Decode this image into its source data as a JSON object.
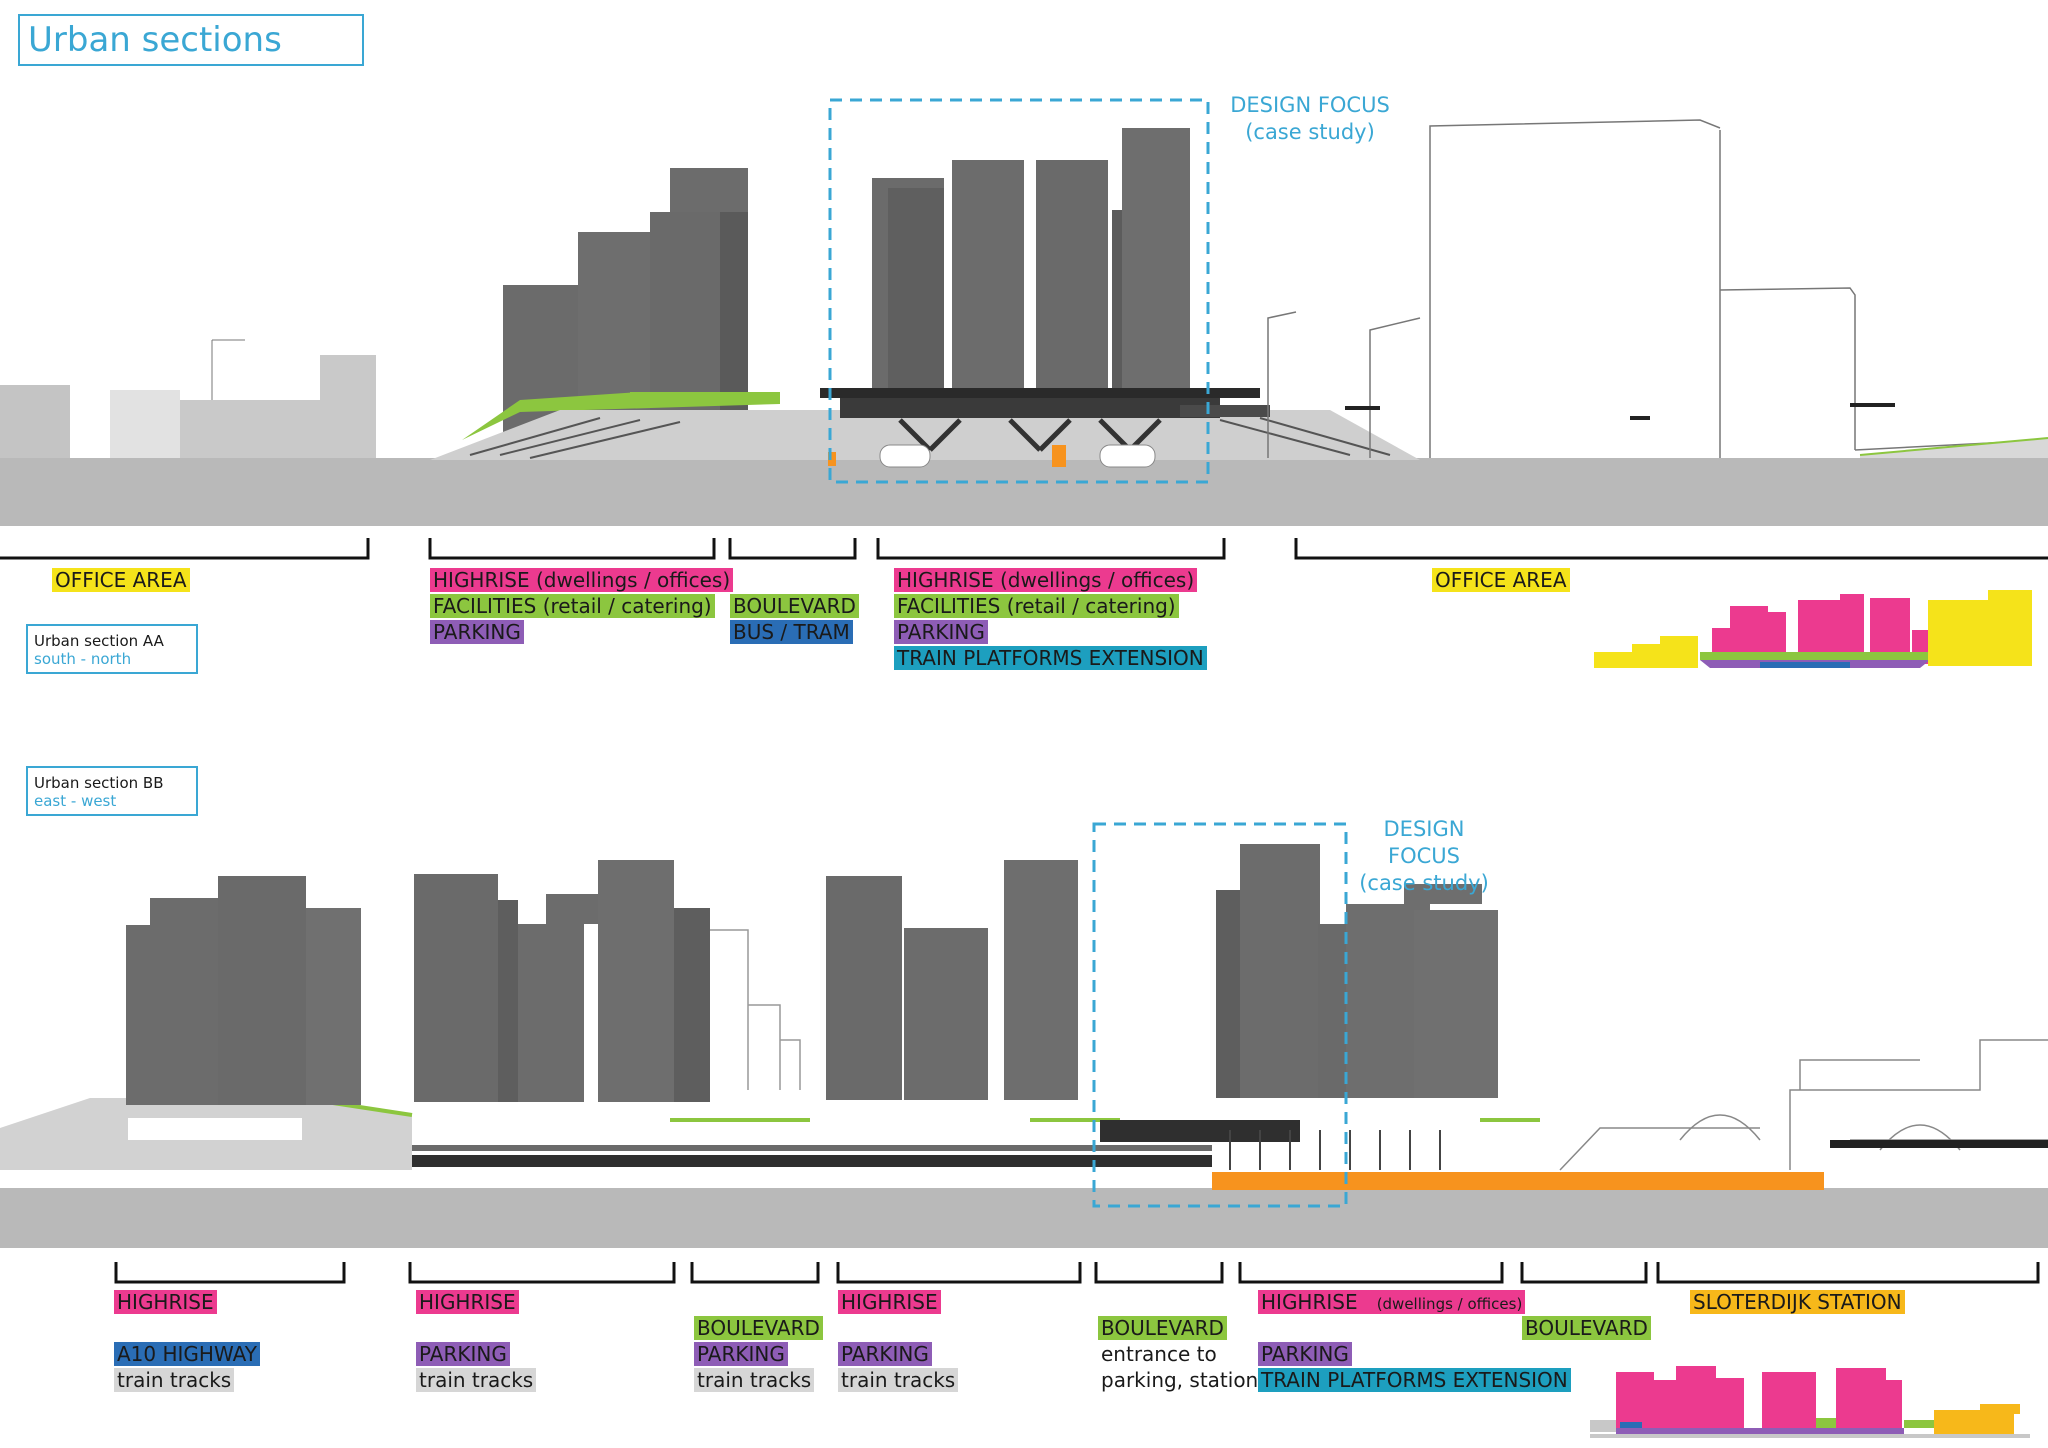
{
  "page_title": "Urban sections",
  "design_focus": {
    "line1": "DESIGN FOCUS",
    "line2": "(case study)"
  },
  "section_aa": {
    "name": "Urban section AA",
    "direction": "south - north",
    "tags": {
      "office_left": "OFFICE AREA",
      "g2_highrise": "HIGHRISE   (dwellings / offices)",
      "g2_facilities": "FACILITIES  (retail / catering)",
      "g2_parking": "PARKING",
      "g3_boulevard": "BOULEVARD",
      "g3_bus": "BUS / TRAM",
      "g4_highrise": "HIGHRISE   (dwellings / offices)",
      "g4_facilities": "FACILITIES  (retail / catering)",
      "g4_parking": "PARKING",
      "g4_train": "TRAIN PLATFORMS EXTENSION",
      "office_right": "OFFICE AREA"
    }
  },
  "section_bb": {
    "name": "Urban section BB",
    "direction": "east - west",
    "tags": {
      "g1_highrise": "HIGHRISE",
      "g1_a10": "A10 HIGHWAY",
      "g1_tracks": "train tracks",
      "g2_highrise": "HIGHRISE",
      "g2_parking": "PARKING",
      "g2_tracks": "train tracks",
      "g3_boulevard": "BOULEVARD",
      "g3_parking": "PARKING",
      "g3_tracks": "train tracks",
      "g4_highrise": "HIGHRISE",
      "g4_parking": "PARKING",
      "g4_tracks": "train tracks",
      "g5_boulevard": "BOULEVARD",
      "g5_entrance_1": "entrance to",
      "g5_entrance_2": "parking, station",
      "g6_highrise": "HIGHRISE",
      "g6_highrise_note": "(dwellings / offices)",
      "g6_parking": "PARKING",
      "g6_train": "TRAIN PLATFORMS EXTENSION",
      "g7_boulevard": "BOULEVARD",
      "g8_station": "SLOTERDIJK STATION"
    }
  },
  "colors": {
    "highrise": "#ec3a8f",
    "facilities": "#8cc63f",
    "parking": "#8e5db6",
    "bus_tram": "#2a6db5",
    "train_platforms": "#1d9fbf",
    "office": "#f5e31a",
    "station": "#f7b81a",
    "tracks": "#d6d6d6",
    "focus_frame": "#3aa7d4"
  }
}
